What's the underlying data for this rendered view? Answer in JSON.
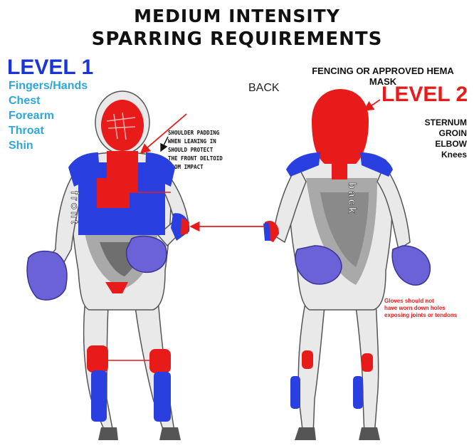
{
  "title": {
    "line1": "MEDIUM INTENSITY",
    "line2": "SPARRING REQUIREMENTS"
  },
  "level1": {
    "heading": "LEVEL 1",
    "items": [
      "Fingers/Hands",
      "Chest",
      "Forearm",
      "Throat",
      "Shin"
    ]
  },
  "back_label": "BACK",
  "mask_text": {
    "line1": "FENCING OR APPROVED HEMA",
    "line2": "MASK"
  },
  "level2": {
    "heading": "LEVEL 2",
    "items": [
      "STERNUM",
      "GROIN",
      "ELBOW",
      "Knees"
    ]
  },
  "shoulder_note": {
    "lines": [
      "SHOULDER PADDING",
      "WHEN LEANING IN",
      "SHOULD PROTECT",
      "THE FRONT DELTOID",
      "FROM IMPACT"
    ]
  },
  "glove_note": {
    "lines": [
      "Gloves should not",
      "have worn down holes",
      "exposing joints or tendons"
    ]
  },
  "figure_front_label": "front",
  "figure_back_label": "back",
  "colors": {
    "level1_heading": "#1a35d6",
    "level1_items": "#2fa6dc",
    "level2_heading": "#e81b1b",
    "armor_red": "#e81b1b",
    "armor_blue": "#2a3fe0",
    "glove_purple": "#6b62d8",
    "suit_light": "#e9e9e9",
    "suit_mid": "#a9a9a9",
    "suit_dark": "#6f6f6f"
  }
}
